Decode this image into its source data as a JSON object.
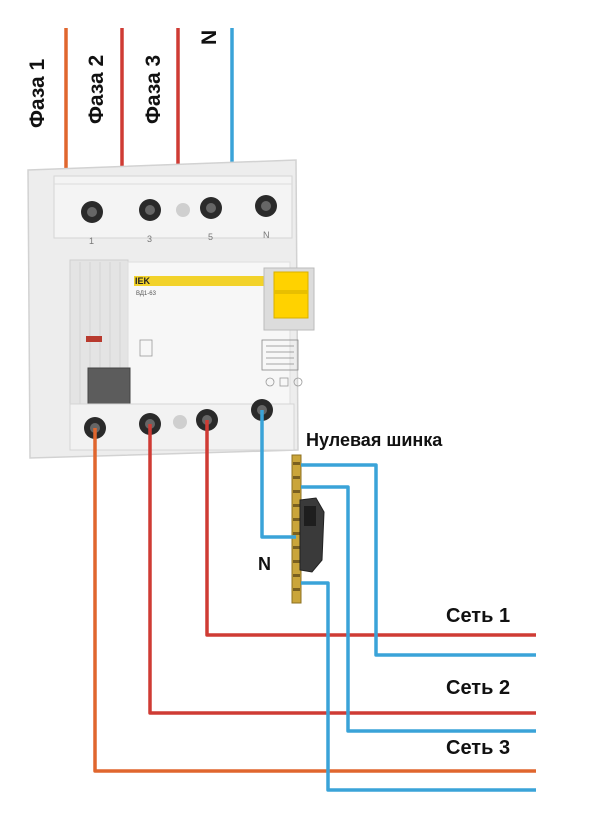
{
  "labels": {
    "phase1": "Фаза 1",
    "phase2": "Фаза 2",
    "phase3": "Фаза 3",
    "neutral_top": "N",
    "busbar": "Нулевая шинка",
    "neutral_side": "N",
    "net1": "Сеть  1",
    "net2": "Сеть 2",
    "net3": "Сеть 3"
  },
  "device": {
    "brand": "IEK",
    "model": "ВД1-63",
    "top_terminals": [
      "1",
      "3",
      "5",
      "N"
    ]
  },
  "colors": {
    "phase_wire": "#cf3b34",
    "phase_wire_orange": "#e0662e",
    "neutral_wire": "#3aa3d8",
    "device_body": "#ededed",
    "brand_yellow": "#f2d22a",
    "test_button": "#ffd200"
  }
}
